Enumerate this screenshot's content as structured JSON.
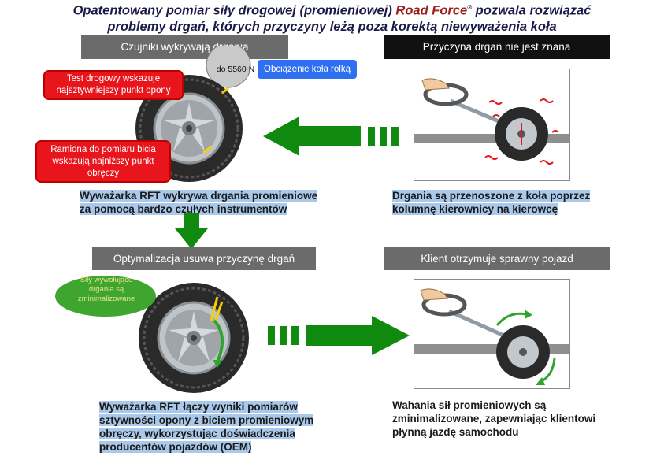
{
  "title": {
    "line1_pre": "Opatentowany pomiar siły drogowej (promieniowej) ",
    "brand": "Road Force",
    "brand_mark": "®",
    "line1_post": " pozwala rozwiązać",
    "line2": "problemy drgań, których przyczyny leżą poza korektą niewyważenia koła"
  },
  "panels": {
    "sensors": {
      "header": "Czujniki wykrywają drgania",
      "force_value": "do 5560 N",
      "load_label": "Obciążenie koła rolką",
      "callout_road_test": "Test drogowy wskazuje najsztywniejszy punkt opony",
      "callout_arms": "Ramiona do pomiaru bicia wskazują najniższy punkt obręczy",
      "caption_line1": "Wyważarka RFT wykrywa drgania promieniowe",
      "caption_line2": "za pomocą bardzo czułych instrumentów"
    },
    "cause": {
      "header": "Przyczyna drgań nie jest znana",
      "caption_line1": "Drgania są przenoszone z koła poprzez",
      "caption_line2": "kolumnę kierownicy na kierowcę"
    },
    "optimization": {
      "header": "Optymalizacja usuwa przyczynę drgań",
      "ellipse_label": "Siły wywołujące drgania są zminimalizowane",
      "caption_line1": "Wyważarka RFT łączy wyniki pomiarów",
      "caption_line2": "sztywności opony z biciem promieniowym",
      "caption_line3": "obręczy, wykorzystując doświadczenia",
      "caption_line4": "producentów pojazdów (OEM)"
    },
    "client": {
      "header": "Klient otrzymuje sprawny pojazd",
      "caption_line1": "Wahania sił promieniowych są",
      "caption_line2": "zminimalizowane, zapewniając klientowi",
      "caption_line3": "płynną jazdę samochodu"
    }
  },
  "colors": {
    "arrow_green": "#0f8a0f",
    "header_gray": "#6b6b6b",
    "header_black": "#111111",
    "callout_red": "#e8161c",
    "badge_blue": "#2f6ff2",
    "caption_highlight": "#a9c8ea"
  },
  "icons": [
    "tire-icon",
    "steering-wheel-icon",
    "hand-icon",
    "arrow-left-icon",
    "arrow-right-icon",
    "arrow-down-icon"
  ]
}
